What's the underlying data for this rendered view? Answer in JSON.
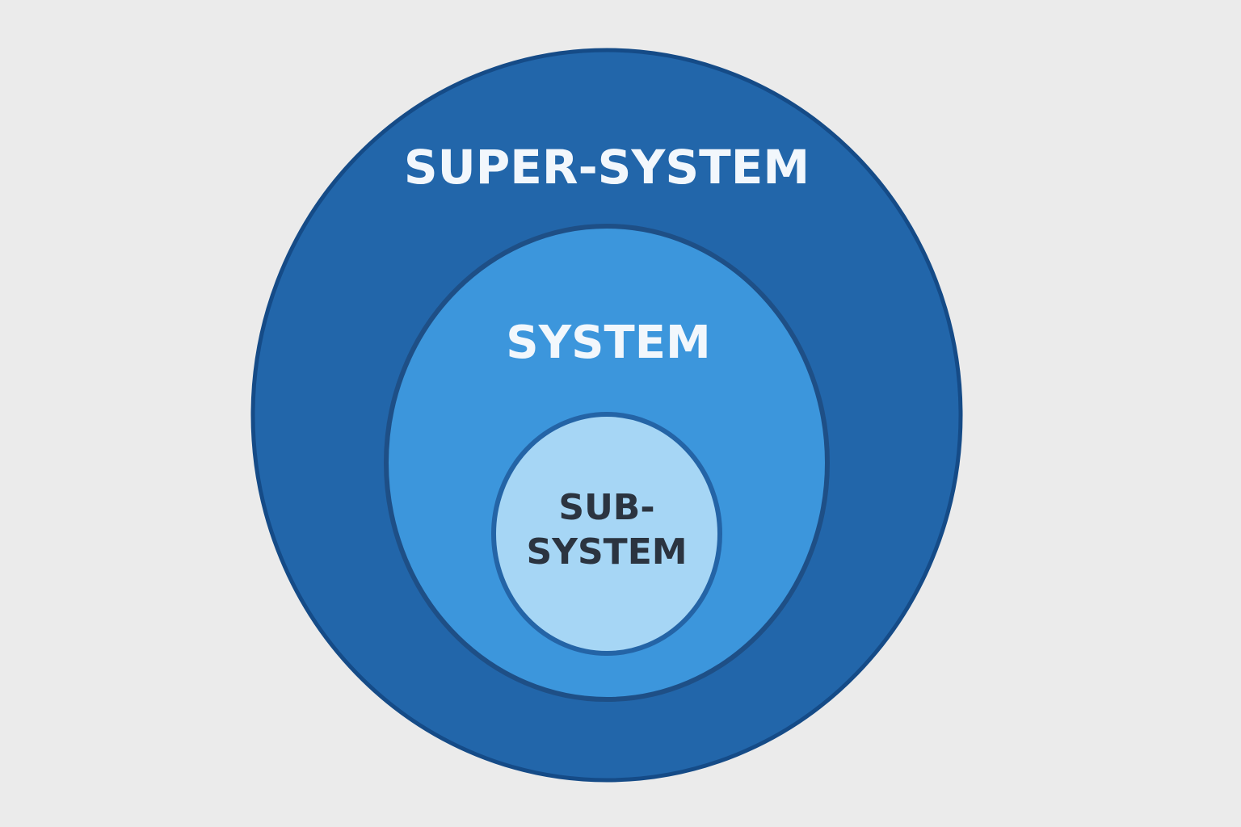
{
  "diagram": {
    "super_system": {
      "label": "SUPER-SYSTEM",
      "fill": "#2266aa",
      "stroke": "#154b87",
      "text_color": "#f2f7fc"
    },
    "system": {
      "label": "SYSTEM",
      "fill": "#3c96dc",
      "stroke": "#1e4f86",
      "text_color": "#f2f7fc"
    },
    "sub_system": {
      "label_line1": "SUB-",
      "label_line2": "SYSTEM",
      "fill": "#a6d6f5",
      "stroke": "#2464a6",
      "text_color": "#2b3440"
    },
    "background": "#ebebeb"
  }
}
